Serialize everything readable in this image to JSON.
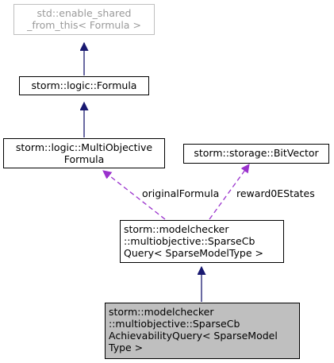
{
  "nodes": {
    "enable_shared": {
      "lines": [
        "std::enable_shared",
        "_from_this< Formula >"
      ]
    },
    "formula": {
      "lines": [
        "storm::logic::Formula"
      ]
    },
    "multiobjective_formula": {
      "lines": [
        "storm::logic::MultiObjective",
        "Formula"
      ]
    },
    "bitvector": {
      "lines": [
        "storm::storage::BitVector"
      ]
    },
    "sparse_cb_query": {
      "lines": [
        "storm::modelchecker",
        "::multiobjective::SparseCb",
        "Query< SparseModelType >"
      ]
    },
    "achievability_query": {
      "lines": [
        "storm::modelchecker",
        "::multiobjective::SparseCb",
        "AchievabilityQuery< SparseModel",
        "Type >"
      ]
    }
  },
  "edges": {
    "original_formula_label": "originalFormula",
    "reward0e_states_label": "reward0EStates"
  },
  "colors": {
    "inheritance_arrow": "#191970",
    "usage_arrow": "#9a32cd",
    "external_border": "#bfbfbf",
    "external_text": "#9a9a9a",
    "highlight_fill": "#bfbfbf"
  }
}
